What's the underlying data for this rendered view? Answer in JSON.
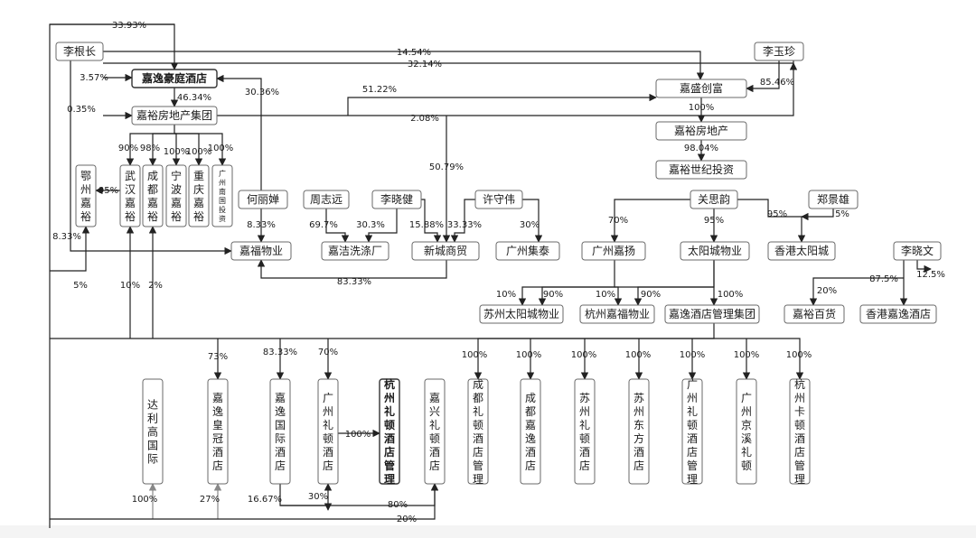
{
  "diagram": {
    "nodes": [
      {
        "id": "ligenchang",
        "label": "李根长"
      },
      {
        "id": "liyuzhen",
        "label": "李玉珍"
      },
      {
        "id": "jiayi_haoting",
        "label": "嘉逸豪庭酒店",
        "bold": true
      },
      {
        "id": "jiayu_group",
        "label": "嘉裕房地产集团"
      },
      {
        "id": "jiasheng",
        "label": "嘉盛创富"
      },
      {
        "id": "jiayu_fdc",
        "label": "嘉裕房地产"
      },
      {
        "id": "jiayu_shiji",
        "label": "嘉裕世纪投资"
      },
      {
        "id": "ezhou_jiayu",
        "label": "鄂州嘉裕"
      },
      {
        "id": "wuhan_jiayu",
        "label": "武汉嘉裕"
      },
      {
        "id": "chengdu_jiayu",
        "label": "成都嘉裕"
      },
      {
        "id": "ningbo_jiayu",
        "label": "宁波嘉裕"
      },
      {
        "id": "chongqing_jiayu",
        "label": "重庆嘉裕"
      },
      {
        "id": "guangzhou_nanguo",
        "label": "广州南国投资",
        "small": true
      },
      {
        "id": "helichan",
        "label": "何丽婵"
      },
      {
        "id": "zhouzhiyuan",
        "label": "周志远"
      },
      {
        "id": "lixiaojian",
        "label": "李晓健"
      },
      {
        "id": "xushouwei",
        "label": "许守伟"
      },
      {
        "id": "guansiyun",
        "label": "关思韵"
      },
      {
        "id": "zhengjingxiong",
        "label": "郑景雄"
      },
      {
        "id": "lixiaowen",
        "label": "李晓文"
      },
      {
        "id": "jiafu_wuye",
        "label": "嘉福物业"
      },
      {
        "id": "jiajie_xidi",
        "label": "嘉洁洗涤厂"
      },
      {
        "id": "xincheng_shangmao",
        "label": "新城商贸"
      },
      {
        "id": "guangzhou_jitai",
        "label": "广州集泰"
      },
      {
        "id": "guangzhou_jiayang",
        "label": "广州嘉扬"
      },
      {
        "id": "taiyangcheng_wuye",
        "label": "太阳城物业"
      },
      {
        "id": "hk_taiyangcheng",
        "label": "香港太阳城"
      },
      {
        "id": "suzhou_tyc_wuye",
        "label": "苏州太阳城物业"
      },
      {
        "id": "hangzhou_jiafu",
        "label": "杭州嘉福物业"
      },
      {
        "id": "jiayi_hotel_group",
        "label": "嘉逸酒店管理集团"
      },
      {
        "id": "jiayu_baihuo",
        "label": "嘉裕百货"
      },
      {
        "id": "hk_jiayi_hotel",
        "label": "香港嘉逸酒店"
      },
      {
        "id": "dali_gaoguoji",
        "label": "达利高国际"
      },
      {
        "id": "jiayi_huangguan",
        "label": "嘉逸皇冠酒店"
      },
      {
        "id": "jiayi_guoji",
        "label": "嘉逸国际酒店"
      },
      {
        "id": "gz_lidun",
        "label": "广州礼顿酒店"
      },
      {
        "id": "hz_lidun_mgmt",
        "label": "杭州礼顿酒店管理",
        "bold": true
      },
      {
        "id": "jx_lidun",
        "label": "嘉兴礼顿酒店"
      },
      {
        "id": "cd_lidun_mgmt",
        "label": "成都礼顿酒店管理"
      },
      {
        "id": "cd_jiayi_hotel",
        "label": "成都嘉逸酒店"
      },
      {
        "id": "sz_lidun",
        "label": "苏州礼顿酒店"
      },
      {
        "id": "sz_dongfang",
        "label": "苏州东方酒店"
      },
      {
        "id": "gz_lidun_mgmt",
        "label": "广州礼顿酒店管理"
      },
      {
        "id": "gz_jingxi_lidun",
        "label": "广州京溪礼顿"
      },
      {
        "id": "hz_karton_mgmt",
        "label": "杭州卡顿酒店管理"
      }
    ],
    "edge_labels": [
      "33.93%",
      "14.54%",
      "32.14%",
      "3.57%",
      "85.46%",
      "46.34%",
      "0.35%",
      "51.22%",
      "30.36%",
      "2.08%",
      "100%",
      "98.04%",
      "90%",
      "98%",
      "100%",
      "100%",
      "100%",
      "95%",
      "8.33%",
      "69.7%",
      "30.3%",
      "15.88%",
      "33.33%",
      "30%",
      "8.33%",
      "70%",
      "95%",
      "95%",
      "5%",
      "50.79%",
      "5%",
      "10%",
      "2%",
      "83.33%",
      "10%",
      "90%",
      "10%",
      "90%",
      "100%",
      "20%",
      "87.5%",
      "12.5%",
      "73%",
      "83.33%",
      "70%",
      "100%",
      "100%",
      "100%",
      "100%",
      "100%",
      "100%",
      "100%",
      "100%",
      "100%",
      "27%",
      "16.67%",
      "30%",
      "80%",
      "20%"
    ]
  }
}
